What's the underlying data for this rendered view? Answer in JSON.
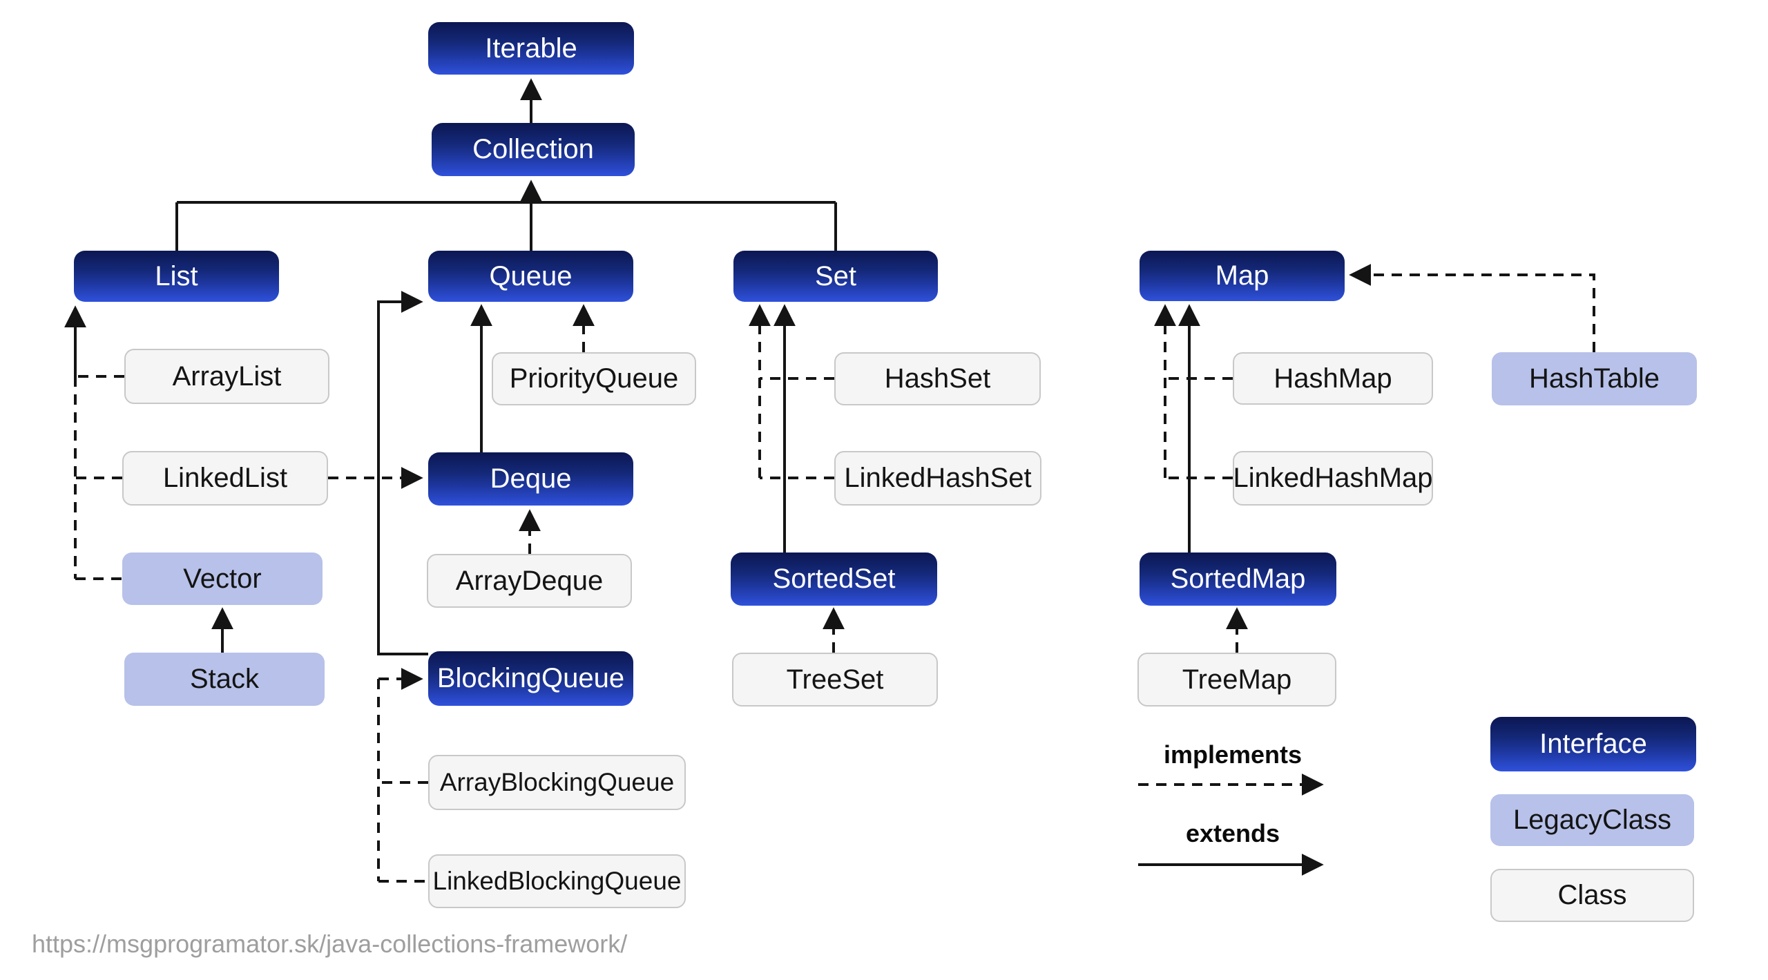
{
  "nodes": {
    "iterable": {
      "label": "Iterable",
      "kind": "interface"
    },
    "collection": {
      "label": "Collection",
      "kind": "interface"
    },
    "list": {
      "label": "List",
      "kind": "interface"
    },
    "queue": {
      "label": "Queue",
      "kind": "interface"
    },
    "set": {
      "label": "Set",
      "kind": "interface"
    },
    "map": {
      "label": "Map",
      "kind": "interface"
    },
    "array_list": {
      "label": "ArrayList",
      "kind": "class"
    },
    "linked_list": {
      "label": "LinkedList",
      "kind": "class"
    },
    "vector": {
      "label": "Vector",
      "kind": "legacy-class"
    },
    "stack": {
      "label": "Stack",
      "kind": "legacy-class"
    },
    "priority_queue": {
      "label": "PriorityQueue",
      "kind": "class"
    },
    "deque": {
      "label": "Deque",
      "kind": "interface"
    },
    "array_deque": {
      "label": "ArrayDeque",
      "kind": "class"
    },
    "blocking_queue": {
      "label": "BlockingQueue",
      "kind": "interface"
    },
    "array_blocking_queue": {
      "label": "ArrayBlockingQueue",
      "kind": "class"
    },
    "linked_blocking_queue": {
      "label": "LinkedBlockingQueue",
      "kind": "class"
    },
    "hash_set": {
      "label": "HashSet",
      "kind": "class"
    },
    "linked_hash_set": {
      "label": "LinkedHashSet",
      "kind": "class"
    },
    "sorted_set": {
      "label": "SortedSet",
      "kind": "interface"
    },
    "tree_set": {
      "label": "TreeSet",
      "kind": "class"
    },
    "hash_map": {
      "label": "HashMap",
      "kind": "class"
    },
    "linked_hash_map": {
      "label": "LinkedHashMap",
      "kind": "class"
    },
    "sorted_map": {
      "label": "SortedMap",
      "kind": "interface"
    },
    "tree_map": {
      "label": "TreeMap",
      "kind": "class"
    },
    "hash_table": {
      "label": "HashTable",
      "kind": "legacy-class"
    }
  },
  "edges": [
    {
      "from": "Collection",
      "relation": "extends",
      "to": "Iterable"
    },
    {
      "from": "List",
      "relation": "extends",
      "to": "Collection"
    },
    {
      "from": "Queue",
      "relation": "extends",
      "to": "Collection"
    },
    {
      "from": "Set",
      "relation": "extends",
      "to": "Collection"
    },
    {
      "from": "ArrayList",
      "relation": "implements",
      "to": "List"
    },
    {
      "from": "LinkedList",
      "relation": "implements",
      "to": "List"
    },
    {
      "from": "Vector",
      "relation": "implements",
      "to": "List"
    },
    {
      "from": "Stack",
      "relation": "extends",
      "to": "Vector"
    },
    {
      "from": "PriorityQueue",
      "relation": "implements",
      "to": "Queue"
    },
    {
      "from": "Deque",
      "relation": "extends",
      "to": "Queue"
    },
    {
      "from": "BlockingQueue",
      "relation": "extends",
      "to": "Queue"
    },
    {
      "from": "LinkedList",
      "relation": "implements",
      "to": "Deque"
    },
    {
      "from": "ArrayDeque",
      "relation": "implements",
      "to": "Deque"
    },
    {
      "from": "ArrayBlockingQueue",
      "relation": "implements",
      "to": "BlockingQueue"
    },
    {
      "from": "LinkedBlockingQueue",
      "relation": "implements",
      "to": "BlockingQueue"
    },
    {
      "from": "HashSet",
      "relation": "implements",
      "to": "Set"
    },
    {
      "from": "LinkedHashSet",
      "relation": "implements",
      "to": "Set"
    },
    {
      "from": "SortedSet",
      "relation": "extends",
      "to": "Set"
    },
    {
      "from": "TreeSet",
      "relation": "implements",
      "to": "SortedSet"
    },
    {
      "from": "HashMap",
      "relation": "implements",
      "to": "Map"
    },
    {
      "from": "LinkedHashMap",
      "relation": "implements",
      "to": "Map"
    },
    {
      "from": "SortedMap",
      "relation": "extends",
      "to": "Map"
    },
    {
      "from": "HashTable",
      "relation": "implements",
      "to": "Map"
    },
    {
      "from": "TreeMap",
      "relation": "implements",
      "to": "SortedMap"
    }
  ],
  "legend": {
    "implements_label": "implements",
    "extends_label": "extends",
    "interface_label": "Interface",
    "legacy_class_label": "LegacyClass",
    "class_label": "Class"
  },
  "footer": {
    "source_url": "https://msgprogramator.sk/java-collections-framework/"
  },
  "colors": {
    "line": "#141414",
    "interface_top": "#0c1752",
    "interface_bottom": "#2f51dc",
    "legacy_fill": "#b7c1e9",
    "class_fill": "#f5f5f5",
    "class_border": "#c8c8c8",
    "url_color": "#9e9e9e"
  }
}
